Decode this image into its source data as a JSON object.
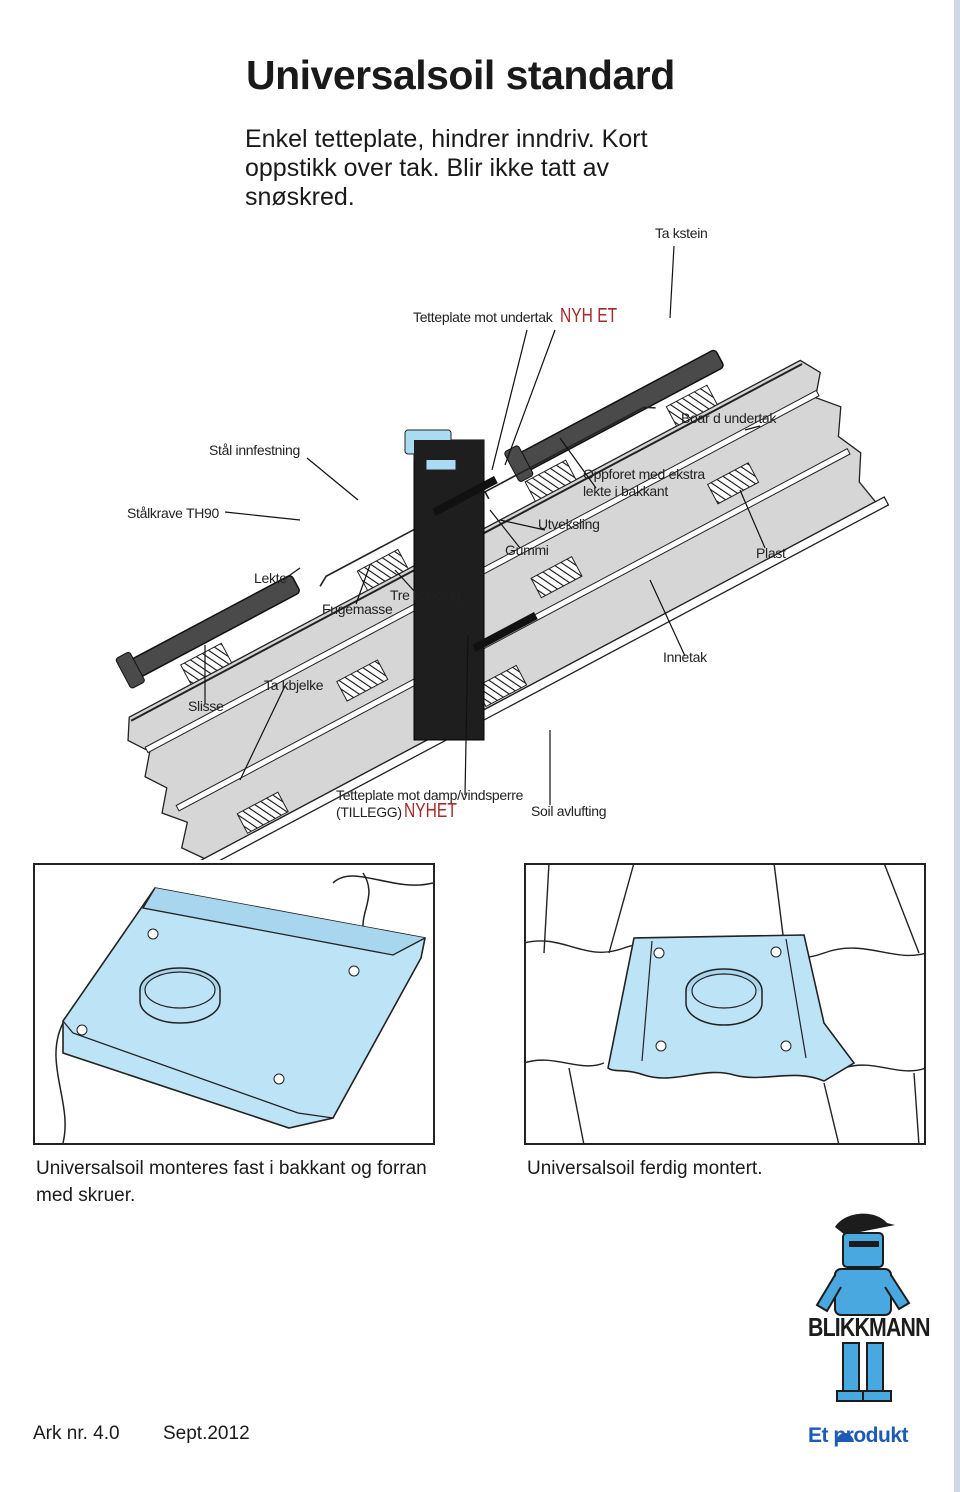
{
  "header": {
    "title": "Universalsoil standard",
    "subtitle": "Enkel tetteplate, hindrer inndriv. Kort oppstikk over tak. Blir ikke tatt av snøskred."
  },
  "diagram": {
    "labels": {
      "takstein": "Ta kstein",
      "tetteplate_undertak": "Tetteplate mot undertak",
      "nyhet_top": "NYH ET",
      "board_undertak": "Boar d undertak",
      "staal_innfestning": "Stål innfestning",
      "oppforet": "Oppforet med ekstra lekte i bakkant",
      "staalkrave": "Stålkrave TH90",
      "utveksling": "Utveksling",
      "gummi": "Gummi",
      "plast": "Plast",
      "lekte": "Lekte",
      "tre_kubbing": "Tre kubbing",
      "fugemasse": "Fugemasse",
      "innetak": "Innetak",
      "takbjelke": "Ta kbjelke",
      "slisse": "Slisse",
      "tetteplate_damp": "Tetteplate mot damp/vindsperre",
      "tillegg": "(TILLEGG)",
      "nyhet_bottom": "NYHET",
      "soil_avlufting": "Soil avlufting"
    }
  },
  "panels": {
    "left_caption": "Universalsoil monteres fast i bakkant og forran med skruer.",
    "right_caption": "Universalsoil ferdig montert."
  },
  "footer": {
    "ark": "Ark  nr.  4.0",
    "date": "Sept.2012"
  },
  "brand": {
    "name": "BLIKKMANN",
    "tagline": "Et   produkt",
    "accent_color": "#1c5ab8"
  },
  "colors": {
    "plate_fill": "#bde3f7",
    "roof_grey": "#d6d6d6",
    "pipe_black": "#1e1e1e",
    "tile_dark": "#4a4a4a",
    "nyhet_red": "#a52a2a"
  }
}
